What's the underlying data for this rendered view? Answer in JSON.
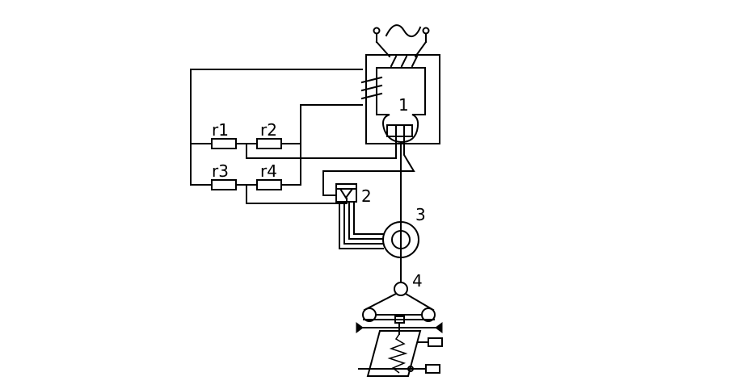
{
  "diagram": {
    "resistors": {
      "r1": "r1",
      "r2": "r2",
      "r3": "r3",
      "r4": "r4"
    },
    "labels": {
      "n1": "1",
      "n2": "2",
      "n3": "3",
      "n4": "4"
    }
  }
}
